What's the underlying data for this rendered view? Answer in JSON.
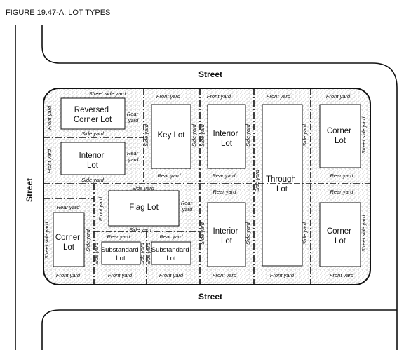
{
  "figure_title": "FIGURE 19.47-A: LOT TYPES",
  "streets": {
    "top": "Street",
    "left": "Street",
    "bottom": "Street"
  },
  "lots": {
    "reversed_corner": [
      "Reversed",
      "Corner Lot"
    ],
    "interior_left": [
      "Interior",
      "Lot"
    ],
    "key": "Key Lot",
    "interior_top": [
      "Interior",
      "Lot"
    ],
    "through": [
      "Through",
      "Lot"
    ],
    "corner_top_right": [
      "Corner",
      "Lot"
    ],
    "flag": "Flag Lot",
    "corner_left": [
      "Corner",
      "Lot"
    ],
    "substandard_1": [
      "Substandard",
      "Lot"
    ],
    "substandard_2": [
      "Substandard",
      "Lot"
    ],
    "interior_bottom": [
      "Interior",
      "Lot"
    ],
    "corner_bottom_right": [
      "Corner",
      "Lot"
    ]
  },
  "yards": {
    "street_side_yard": "Street side yard",
    "front_yard": "Front yard",
    "rear_yard": "Rear yard",
    "side_yard": "Side yard",
    "rear": "Rear",
    "yard": "yard"
  }
}
